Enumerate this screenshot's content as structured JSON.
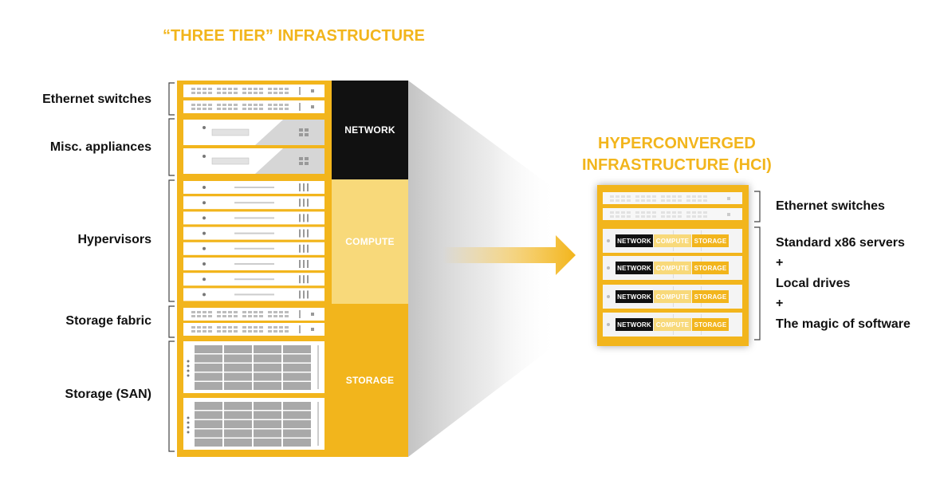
{
  "three_tier": {
    "title": "“THREE TIER” INFRASTRUCTURE",
    "labels": [
      {
        "name": "label-ethernet-switches",
        "text": "Ethernet switches"
      },
      {
        "name": "label-misc-appliances",
        "text": "Misc. appliances"
      },
      {
        "name": "label-hypervisors",
        "text": "Hypervisors"
      },
      {
        "name": "label-storage-fabric",
        "text": "Storage fabric"
      },
      {
        "name": "label-storage-san",
        "text": "Storage (SAN)"
      }
    ],
    "tiers": {
      "network": "NETWORK",
      "compute": "COMPUTE",
      "storage": "STORAGE"
    }
  },
  "hci": {
    "title_line1": "HYPERCONVERGED",
    "title_line2": "INFRASTRUCTURE (HCI)",
    "ethernet_label": "Ethernet switches",
    "server_lines": [
      "Standard x86 servers",
      "+",
      "Local drives",
      "+",
      "The magic of software"
    ],
    "node_tags": {
      "network": "NETWORK",
      "compute": "COMPUTE",
      "storage": "STORAGE"
    }
  },
  "colors": {
    "accent": "#f2b51c",
    "compute_light": "#f8d97a",
    "network_black": "#111111",
    "rack_unit": "#ffffff",
    "port_gray": "#bdbdbd"
  }
}
